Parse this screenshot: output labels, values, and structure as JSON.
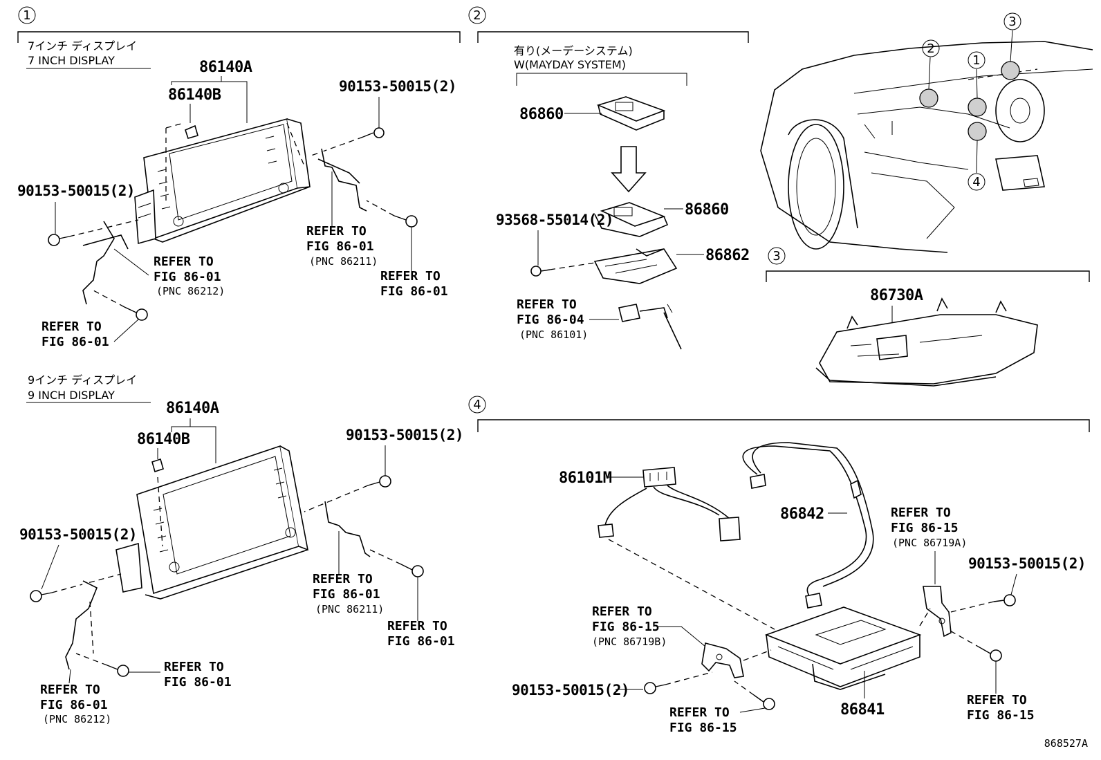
{
  "diagram_id": "868527A",
  "sections": {
    "s1": {
      "marker": "1",
      "display7": {
        "header_jp": "7インチ ディスプレイ",
        "header_en": "7 INCH DISPLAY",
        "parts": {
          "p86140A": "86140A",
          "p86140B": "86140B",
          "screw_right": "90153-50015(2)",
          "screw_left": "90153-50015(2)"
        },
        "refs": {
          "r_right_bracket": [
            "REFER TO",
            "FIG 86-01",
            "(PNC 86211)"
          ],
          "r_right_screw": [
            "REFER TO",
            "FIG 86-01"
          ],
          "r_left_bracket": [
            "REFER TO",
            "FIG 86-01",
            "(PNC 86212)"
          ],
          "r_left_screw": [
            "REFER TO",
            "FIG 86-01"
          ]
        }
      },
      "display9": {
        "header_jp": "9インチ ディスプレイ",
        "header_en": "9 INCH DISPLAY",
        "parts": {
          "p86140A": "86140A",
          "p86140B": "86140B",
          "screw_right": "90153-50015(2)",
          "screw_left": "90153-50015(2)"
        },
        "refs": {
          "r_right_bracket": [
            "REFER TO",
            "FIG 86-01",
            "(PNC 86211)"
          ],
          "r_right_screw": [
            "REFER TO",
            "FIG 86-01"
          ],
          "r_bottom_screw": [
            "REFER TO",
            "FIG 86-01"
          ],
          "r_left_bracket": [
            "REFER TO",
            "FIG 86-01",
            "(PNC 86212)"
          ]
        }
      }
    },
    "s2": {
      "marker": "2",
      "header_jp": "有り(メーデーシステム)",
      "header_en": "W(MAYDAY SYSTEM)",
      "parts": {
        "p86860_top": "86860",
        "p86860_mid": "86860",
        "p86862": "86862",
        "screw": "93568-55014(2)"
      },
      "ref": [
        "REFER TO",
        "FIG 86-04",
        "(PNC 86101)"
      ]
    },
    "s3": {
      "marker": "3",
      "parts": {
        "p86730A": "86730A"
      }
    },
    "s4": {
      "marker": "4",
      "parts": {
        "p86101M": "86101M",
        "p86842": "86842",
        "p86841": "86841",
        "screw_right": "90153-50015(2)",
        "screw_left": "90153-50015(2)"
      },
      "refs": {
        "r_right_bracket": [
          "REFER TO",
          "FIG 86-15",
          "(PNC 86719A)"
        ],
        "r_right_screw": [
          "REFER TO",
          "FIG 86-15"
        ],
        "r_left_bracket": [
          "REFER TO",
          "FIG 86-15",
          "(PNC 86719B)"
        ],
        "r_bottom_screw": [
          "REFER TO",
          "FIG 86-15"
        ]
      }
    },
    "car_markers": [
      "1",
      "2",
      "3",
      "4"
    ]
  }
}
